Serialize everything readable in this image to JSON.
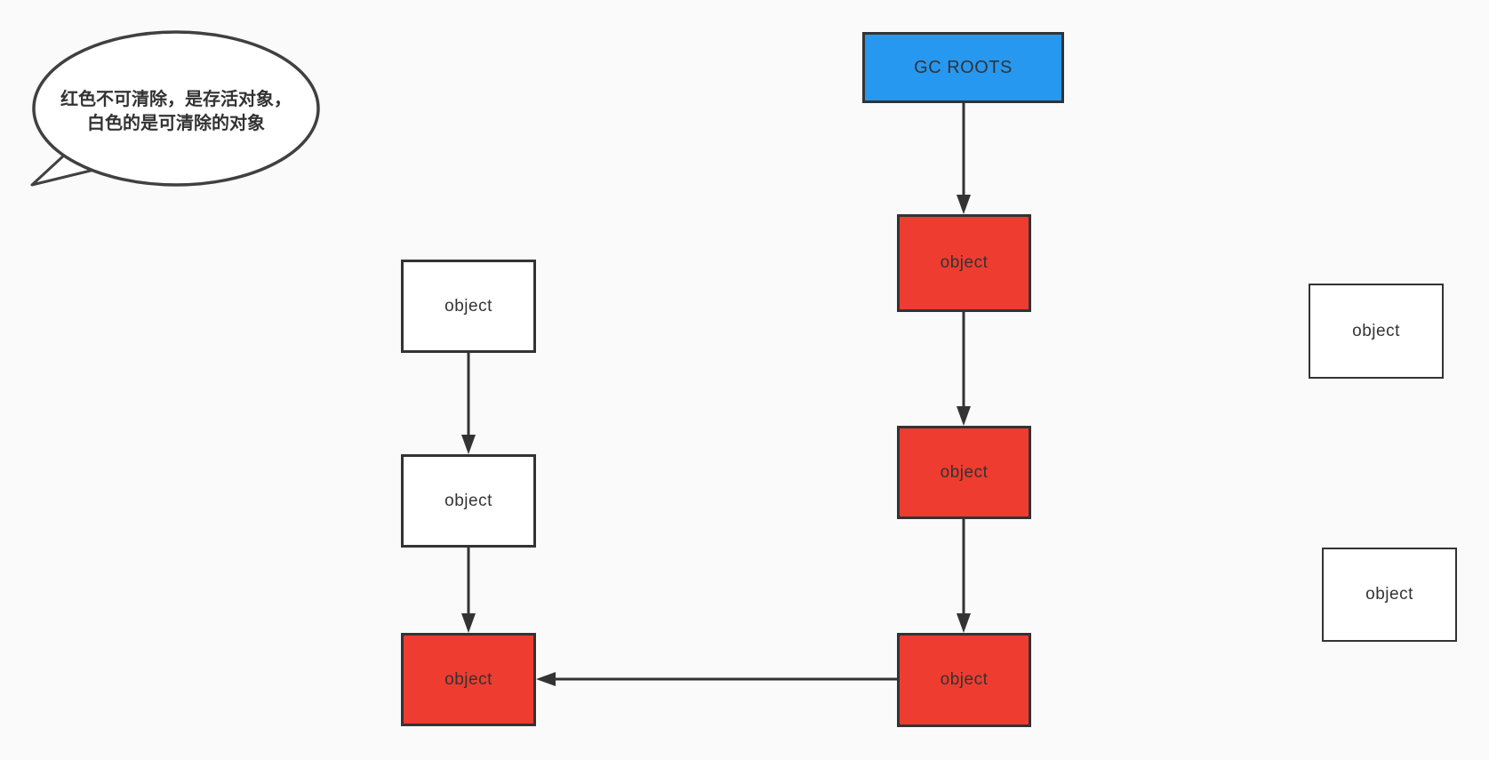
{
  "colors": {
    "bg": "#fafafa",
    "ink": "#333333",
    "border": "#333333",
    "outline": "#404040",
    "red": "#ef3c30",
    "blue": "#2798f0"
  },
  "bubble": {
    "line1": "红色不可清除，是存活对象，",
    "line2": "白色的是可清除的对象"
  },
  "nodes": {
    "gc_roots": {
      "label": "GC ROOTS",
      "kind": "root"
    },
    "mid_red_1": {
      "label": "object",
      "kind": "live"
    },
    "mid_red_2": {
      "label": "object",
      "kind": "live"
    },
    "mid_red_3": {
      "label": "object",
      "kind": "live"
    },
    "left_white_1": {
      "label": "object",
      "kind": "collectible"
    },
    "left_white_2": {
      "label": "object",
      "kind": "collectible"
    },
    "left_red": {
      "label": "object",
      "kind": "live"
    },
    "right_white_1": {
      "label": "object",
      "kind": "collectible"
    },
    "right_white_2": {
      "label": "object",
      "kind": "collectible"
    }
  },
  "edges": [
    {
      "from": "gc_roots",
      "to": "mid_red_1"
    },
    {
      "from": "mid_red_1",
      "to": "mid_red_2"
    },
    {
      "from": "mid_red_2",
      "to": "mid_red_3"
    },
    {
      "from": "left_white_1",
      "to": "left_white_2"
    },
    {
      "from": "left_white_2",
      "to": "left_red"
    },
    {
      "from": "mid_red_3",
      "to": "left_red"
    }
  ]
}
